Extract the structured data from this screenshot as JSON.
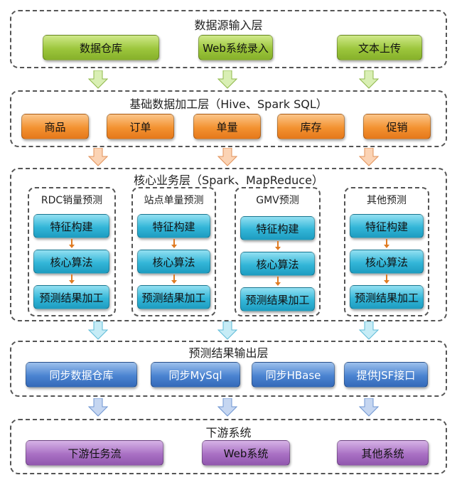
{
  "layers": {
    "input": {
      "title": "数据源输入层",
      "items": [
        "数据仓库",
        "Web系统录入",
        "文本上传"
      ]
    },
    "processing": {
      "title": "基础数据加工层（Hive、Spark SQL）",
      "items": [
        "商品",
        "订单",
        "单量",
        "库存",
        "促销"
      ]
    },
    "core": {
      "title": "核心业务层（Spark、MapReduce）",
      "groups": [
        {
          "title": "RDC销量预测",
          "steps": [
            "特征构建",
            "核心算法",
            "预测结果加工"
          ]
        },
        {
          "title": "站点单量预测",
          "steps": [
            "特征构建",
            "核心算法",
            "预测结果加工"
          ]
        },
        {
          "title": "GMV预测",
          "steps": [
            "特征构建",
            "核心算法",
            "预测结果加工"
          ]
        },
        {
          "title": "其他预测",
          "steps": [
            "特征构建",
            "核心算法",
            "预测结果加工"
          ]
        }
      ]
    },
    "output": {
      "title": "预测结果输出层",
      "items": [
        "同步数据仓库",
        "同步MySql",
        "同步HBase",
        "提供JSF接口"
      ]
    },
    "downstream": {
      "title": "下游系统",
      "items": [
        "下游任务流",
        "Web系统",
        "其他系统"
      ]
    }
  },
  "colors": {
    "green_arrow": "#bfe08a",
    "orange_arrow": "#f7b98a",
    "cyan_arrow": "#a8e2f2",
    "blue_arrow": "#a9c3ea",
    "step_arrow": "#e07b22"
  }
}
